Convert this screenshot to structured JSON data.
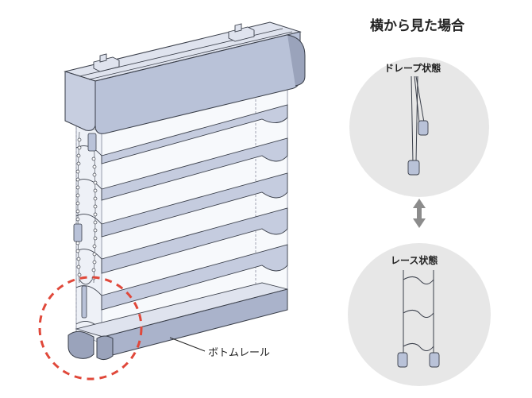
{
  "labels": {
    "side_view_title": "横から見た場合",
    "drape_state": "ドレープ状態",
    "lace_state": "レース状態",
    "bottom_rail": "ボトムレール"
  },
  "colors": {
    "fabric_blue": "#c5ccdf",
    "headrail": "#b9c2d8",
    "outline": "#3a3f4a",
    "circle_bg": "#e7e7e7",
    "highlight_dash": "#e0483a",
    "arrow": "#8c8c8c"
  },
  "icons": {
    "state_arrow": "double-vertical-arrow-icon"
  }
}
